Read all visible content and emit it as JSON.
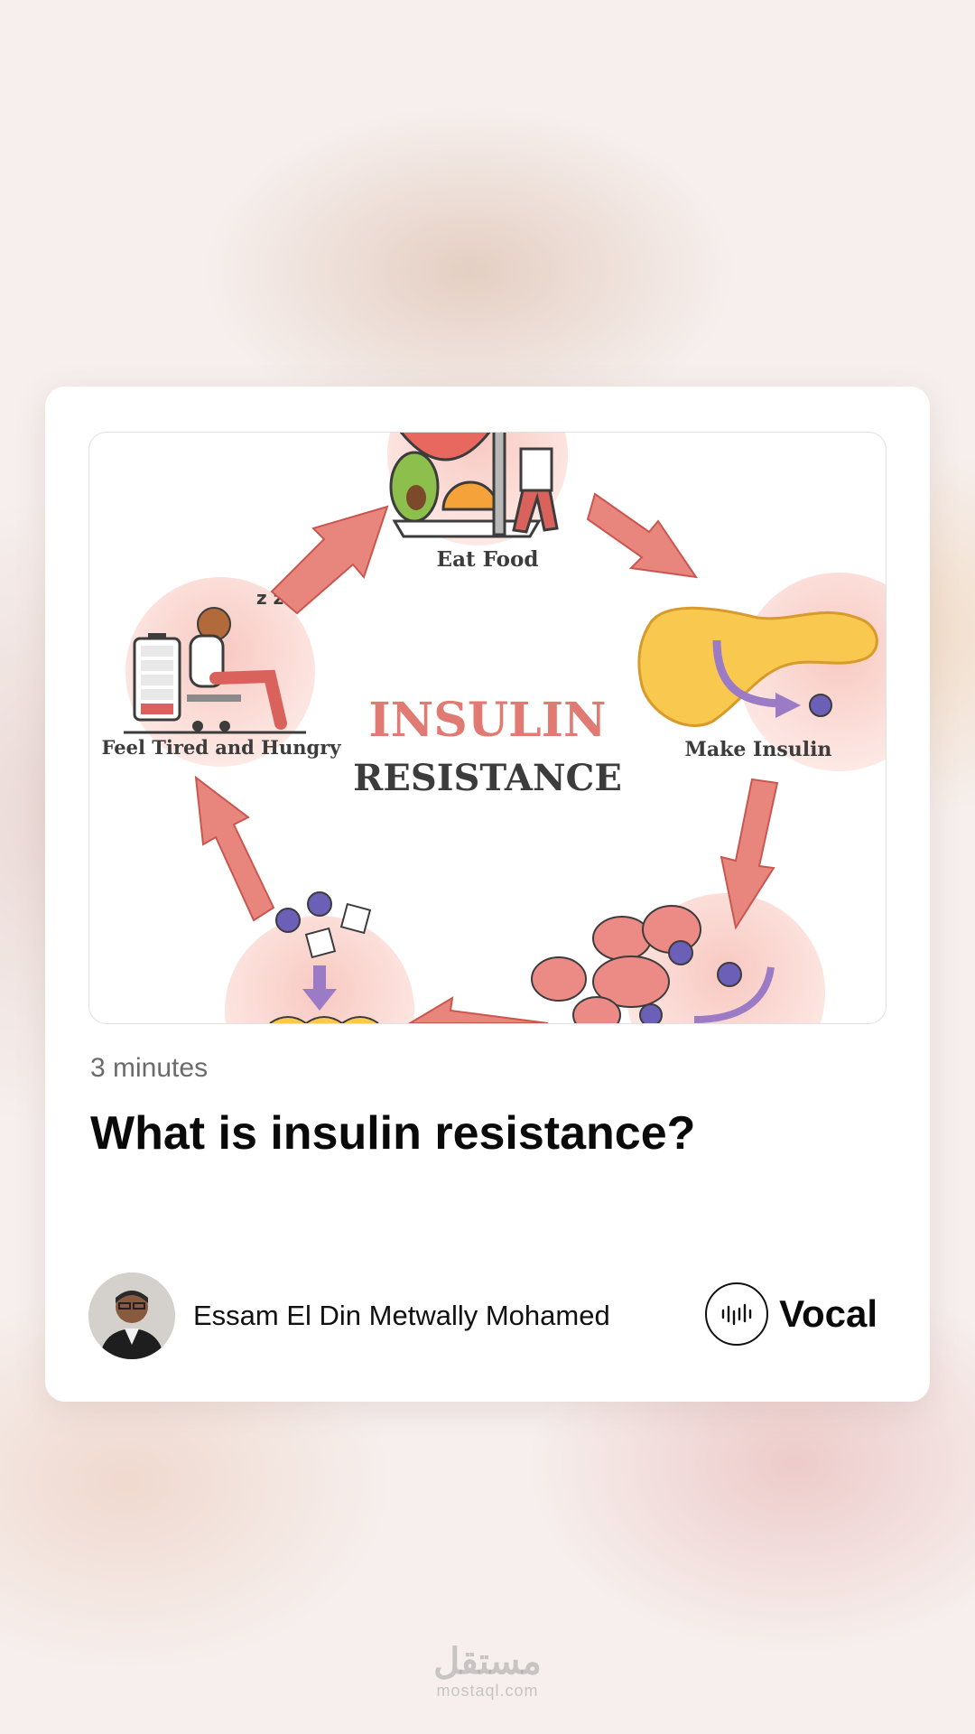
{
  "article": {
    "image": {
      "center_title_line1": "INSULIN",
      "center_title_line2": "RESISTANCE",
      "stages": {
        "eat_food": "Eat Food",
        "make_insulin": "Make Insulin",
        "feel_tired": "Feel Tired and Hungry",
        "sleep_z": "z z"
      }
    },
    "read_time": "3 minutes",
    "title": "What is insulin resistance?",
    "author_name": "Essam El Din Metwally Mohamed"
  },
  "brand": {
    "name": "Vocal",
    "logo_icon": "sound-wave-icon"
  },
  "watermark": {
    "arabic": "مستقل",
    "latin": "mostaql.com"
  },
  "colors": {
    "accent_red": "#e07a72",
    "title_text": "#0a0a0a",
    "meta_text": "#6b6b6b",
    "illustration_dark": "#3c3c3c"
  }
}
